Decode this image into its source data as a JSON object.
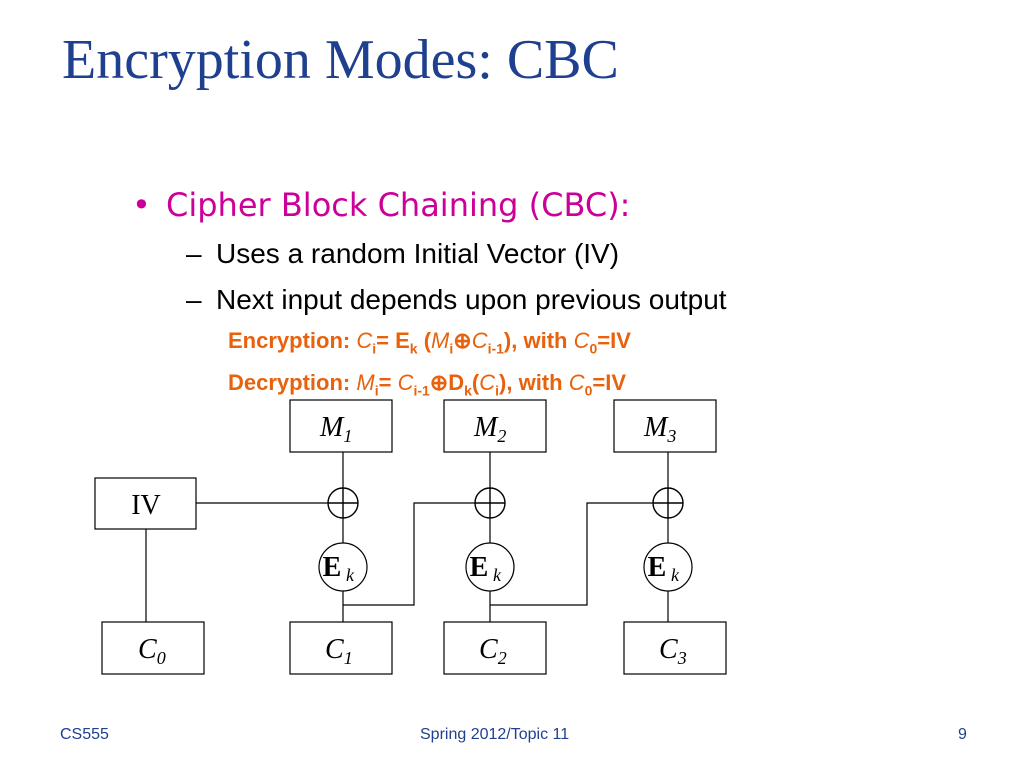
{
  "title": "Encryption Modes: CBC",
  "bullet": {
    "marker": "•",
    "text": "Cipher Block Chaining (CBC):",
    "subitems": [
      {
        "dash": "–",
        "text": "Uses a random Initial Vector (IV)"
      },
      {
        "dash": "–",
        "text": "Next input depends upon previous output"
      }
    ]
  },
  "formulas": {
    "encryption_label": "Encryption:",
    "decryption_label": "Decryption:"
  },
  "diagram": {
    "iv_label": "IV",
    "xor_symbol": "⊕",
    "cipher_letter": "E",
    "key_sub": "k",
    "message_letter": "M",
    "ciphertext_letter": "C",
    "messages": [
      "1",
      "2",
      "3"
    ],
    "ciphertexts": [
      "0",
      "1",
      "2",
      "3"
    ]
  },
  "footer": {
    "left": "CS555",
    "center": "Spring 2012/Topic 11",
    "page": "9"
  },
  "colors": {
    "title": "#1f3f8f",
    "bullet": "#cc0099",
    "formula": "#e8620e",
    "footer": "#1f3f8f"
  }
}
